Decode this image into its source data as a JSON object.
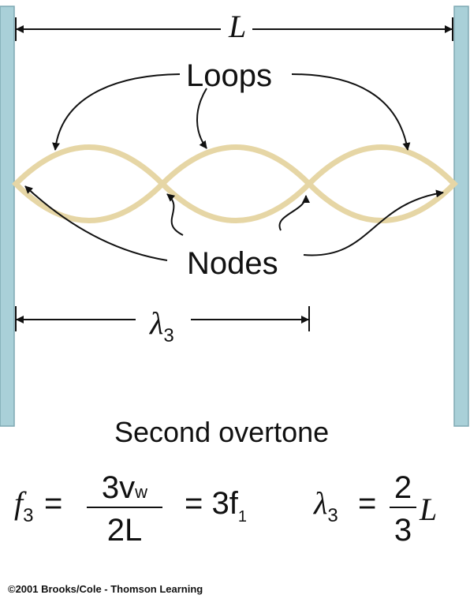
{
  "diagram": {
    "length_label": "L",
    "loops_label": "Loops",
    "nodes_label": "Nodes",
    "wavelength_label": "λ",
    "wavelength_sub": "3",
    "caption": "Second overtone",
    "colors": {
      "wall": "#a9d0d8",
      "wall_edge": "#7fa9b3",
      "string": "#e6d6a5",
      "ink": "#111111"
    }
  },
  "equations": {
    "f_symbol": "f",
    "f_sub": "3",
    "equals": "=",
    "num": "3v",
    "num_sub": "w",
    "den": "2L",
    "rhs": "= 3f",
    "rhs_sub": "1",
    "lam_symbol": "λ",
    "lam_sub": "3",
    "lam_equals": "=",
    "lam_num": "2",
    "lam_den": "3",
    "lam_L": "L"
  },
  "credit": "©2001 Brooks/Cole - Thomson Learning"
}
